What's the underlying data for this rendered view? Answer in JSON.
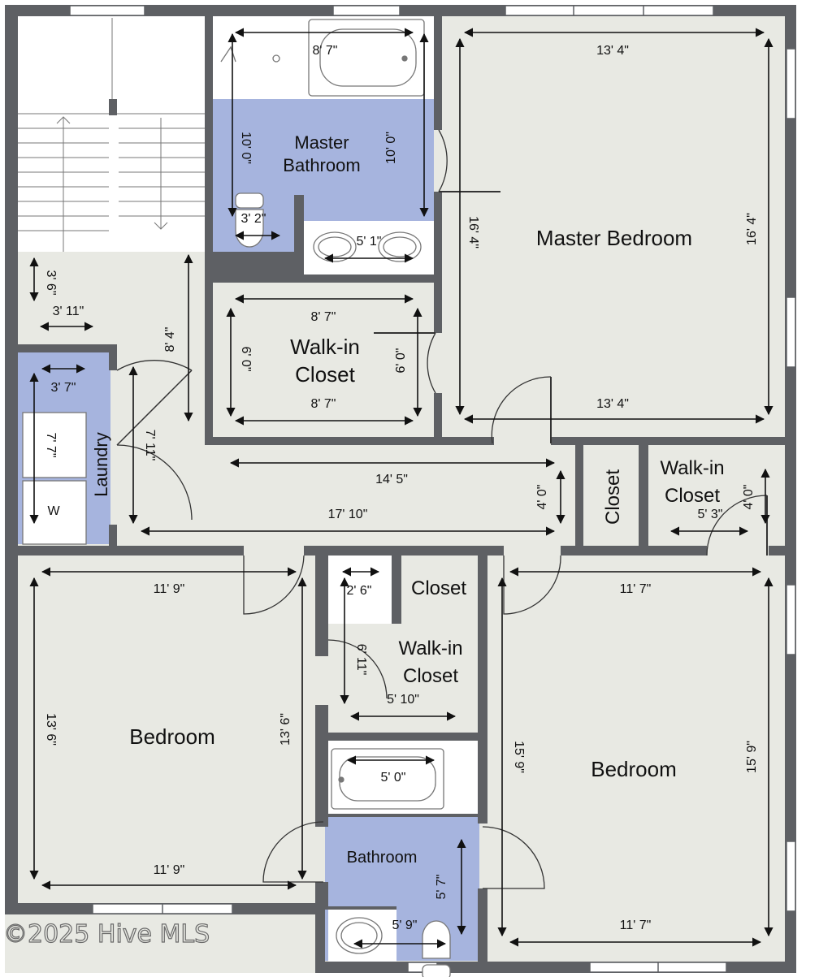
{
  "rooms": {
    "master_bathroom": [
      "Master",
      "Bathroom"
    ],
    "master_bedroom": "Master Bedroom",
    "walkin_closet_1": [
      "Walk-in",
      "Closet"
    ],
    "laundry": "Laundry",
    "closet_1": "Closet",
    "walkin_closet_2": [
      "Walk-in",
      "Closet"
    ],
    "closet_2": "Closet",
    "walkin_closet_3": [
      "Walk-in",
      "Closet"
    ],
    "bedroom_left": "Bedroom",
    "bedroom_right": "Bedroom",
    "bathroom": "Bathroom"
  },
  "dimensions": {
    "mb_bath_width": "8' 7\"",
    "mb_bath_len_left": "10' 0\"",
    "mb_bath_len_right": "10' 0\"",
    "toilet": "3' 2\"",
    "vanity": "5' 1\"",
    "mbed_top": "13' 4\"",
    "mbed_bottom": "13' 4\"",
    "mbed_left": "16' 4\"",
    "mbed_right": "16' 4\"",
    "stair_small": "3' 6\"",
    "stair_width": "3' 11\"",
    "hall_vert": "8' 4\"",
    "wic1_top": "8' 7\"",
    "wic1_bottom": "8' 7\"",
    "wic1_left": "6' 0\"",
    "wic1_right": "6' 0\"",
    "laundry_width": "3' 7\"",
    "laundry_len": "7' 7\"",
    "laundry_hall": "7' 11\"",
    "hall_upper": "14' 5\"",
    "hall_lower": "17' 10\"",
    "hall_depth": "4' 0\"",
    "wic2_width": "5' 3\"",
    "wic2_depth": "4' 0\"",
    "bedl_top": "11' 9\"",
    "bedl_bottom": "11' 9\"",
    "bedl_left": "13' 6\"",
    "bedl_right": "13' 6\"",
    "closet2_width": "2' 6\"",
    "wic3_depth": "6' 11\"",
    "wic3_width": "5' 10\"",
    "tub": "5' 0\"",
    "bath_len": "5' 7\"",
    "bath_width": "5' 9\"",
    "bedr_top": "11' 7\"",
    "bedr_bottom": "11' 7\"",
    "bedr_left": "15' 9\"",
    "bedr_right": "15' 9\""
  },
  "appliances": {
    "washer": "W"
  },
  "watermark": "©2025 Hive MLS",
  "colors": {
    "wall": "#5e6064",
    "floor": "#e8e9e3",
    "bath_floor": "#a6b4de",
    "fixture": "#ffffff"
  }
}
